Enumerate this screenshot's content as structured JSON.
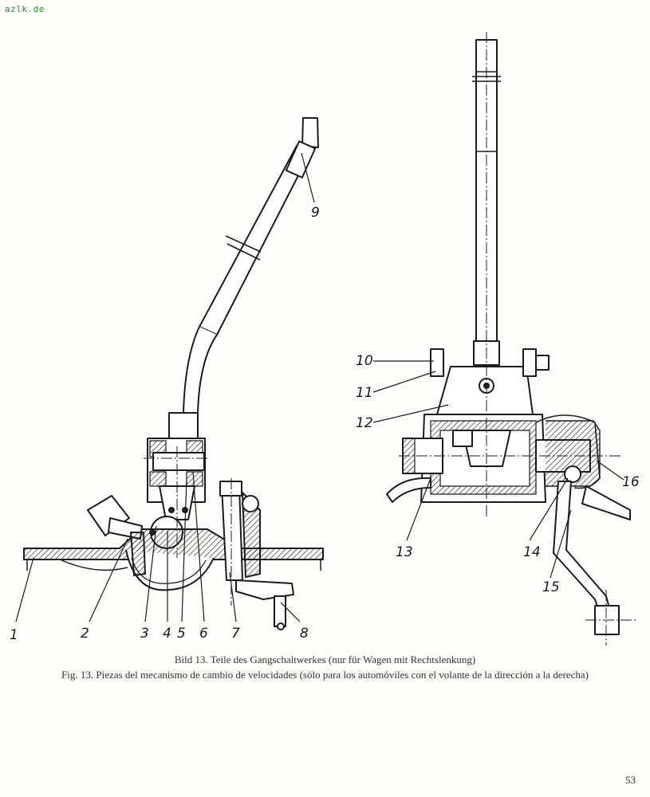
{
  "watermark": "azlk.de",
  "figure": {
    "labels": [
      "1",
      "2",
      "3",
      "4",
      "5",
      "6",
      "7",
      "8",
      "9",
      "10",
      "11",
      "12",
      "13",
      "14",
      "15",
      "16"
    ]
  },
  "caption": {
    "line1": "Bild 13. Teile des Gangschaltwerkes (nur für Wagen mit Rechtslenkung)",
    "line2": "Fig. 13. Piezas del mecanismo de cambio de velocidades (sólo para los automóviles con el volante de la dirección a la derecha)"
  },
  "page_number": "53"
}
